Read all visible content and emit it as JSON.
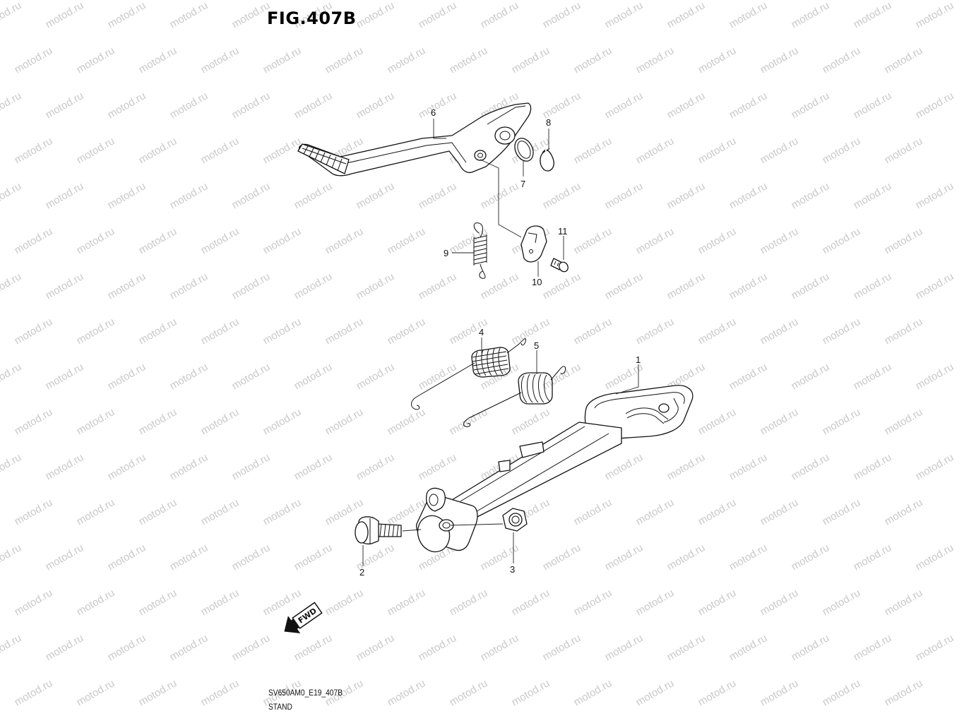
{
  "figure": {
    "title": "FIG.407B",
    "code": "SV650AM0_E19_407B",
    "name": "STAND"
  },
  "watermark": {
    "text": "motod.ru",
    "color": "#c9c9c9"
  },
  "callouts": {
    "c1": "1",
    "c2": "2",
    "c3": "3",
    "c4": "4",
    "c5": "5",
    "c6": "6",
    "c7": "7",
    "c8": "8",
    "c9": "9",
    "c10": "10",
    "c11": "11"
  },
  "fwd_badge": {
    "label": "FWD"
  },
  "icons": {
    "forward_arrow": "fwd-arrow-icon"
  }
}
